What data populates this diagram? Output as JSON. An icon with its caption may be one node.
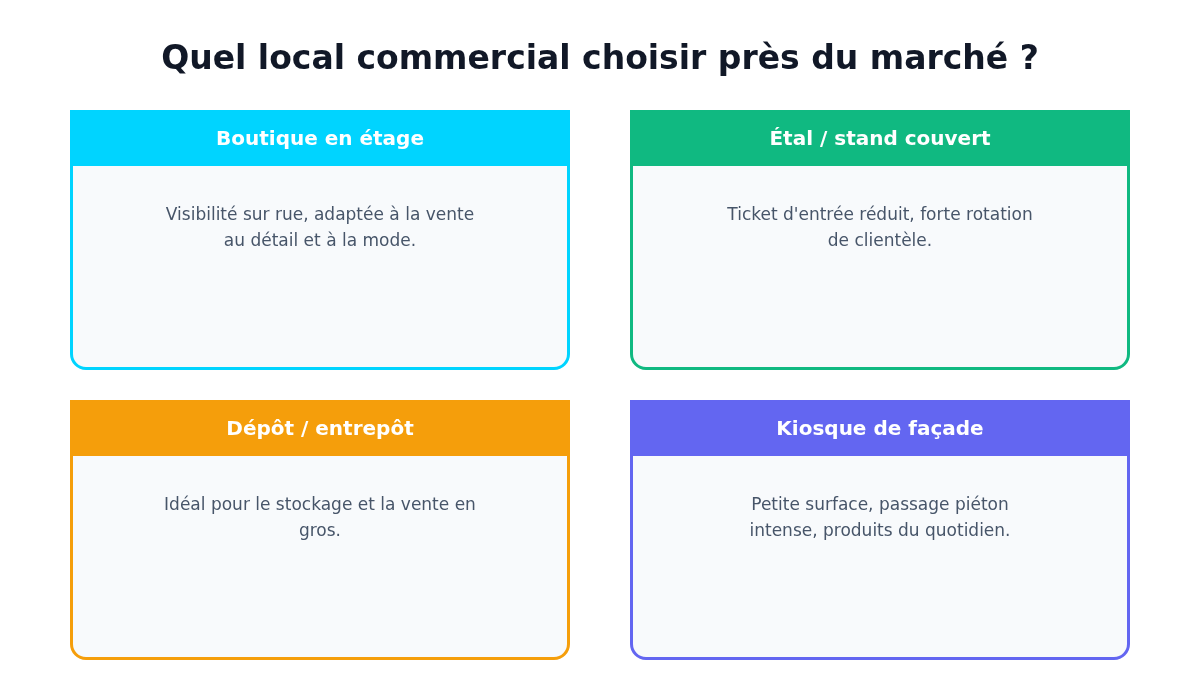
{
  "diagram": {
    "title": "Quel local commercial choisir près du marché ?",
    "nodes": [
      {
        "text": [
          "Boutique en étage",
          "Visibilité sur rue, adaptée à la vente au détail et à la mode."
        ]
      },
      {
        "text": [
          "Étal / stand couvert",
          "Ticket d'entrée réduit, forte rotation de clientèle."
        ]
      },
      {
        "text": [
          "Dépôt / entrepôt",
          "Idéal pour le stockage et la vente en gros."
        ]
      },
      {
        "text": [
          "Kiosque de façade",
          "Petite surface, passage piéton intense, produits du quotidien."
        ]
      }
    ],
    "edges": []
  }
}
